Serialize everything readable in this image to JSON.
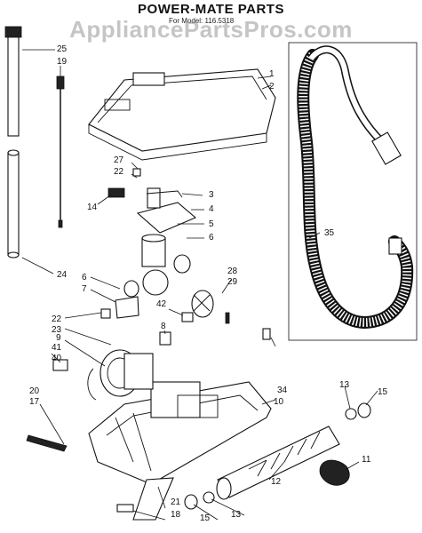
{
  "header": {
    "title": "POWER-MATE PARTS",
    "model": "For Model: 116.5318"
  },
  "watermark": "AppliancePartsPros.com",
  "callouts": [
    "1",
    "2",
    "3",
    "4",
    "5",
    "6",
    "6",
    "7",
    "8",
    "9",
    "10",
    "11",
    "12",
    "13",
    "13",
    "14",
    "15",
    "15",
    "17",
    "18",
    "19",
    "20",
    "21",
    "22",
    "22",
    "23",
    "24",
    "25",
    "27",
    "28",
    "29",
    "34",
    "35",
    "40",
    "41",
    "42"
  ]
}
